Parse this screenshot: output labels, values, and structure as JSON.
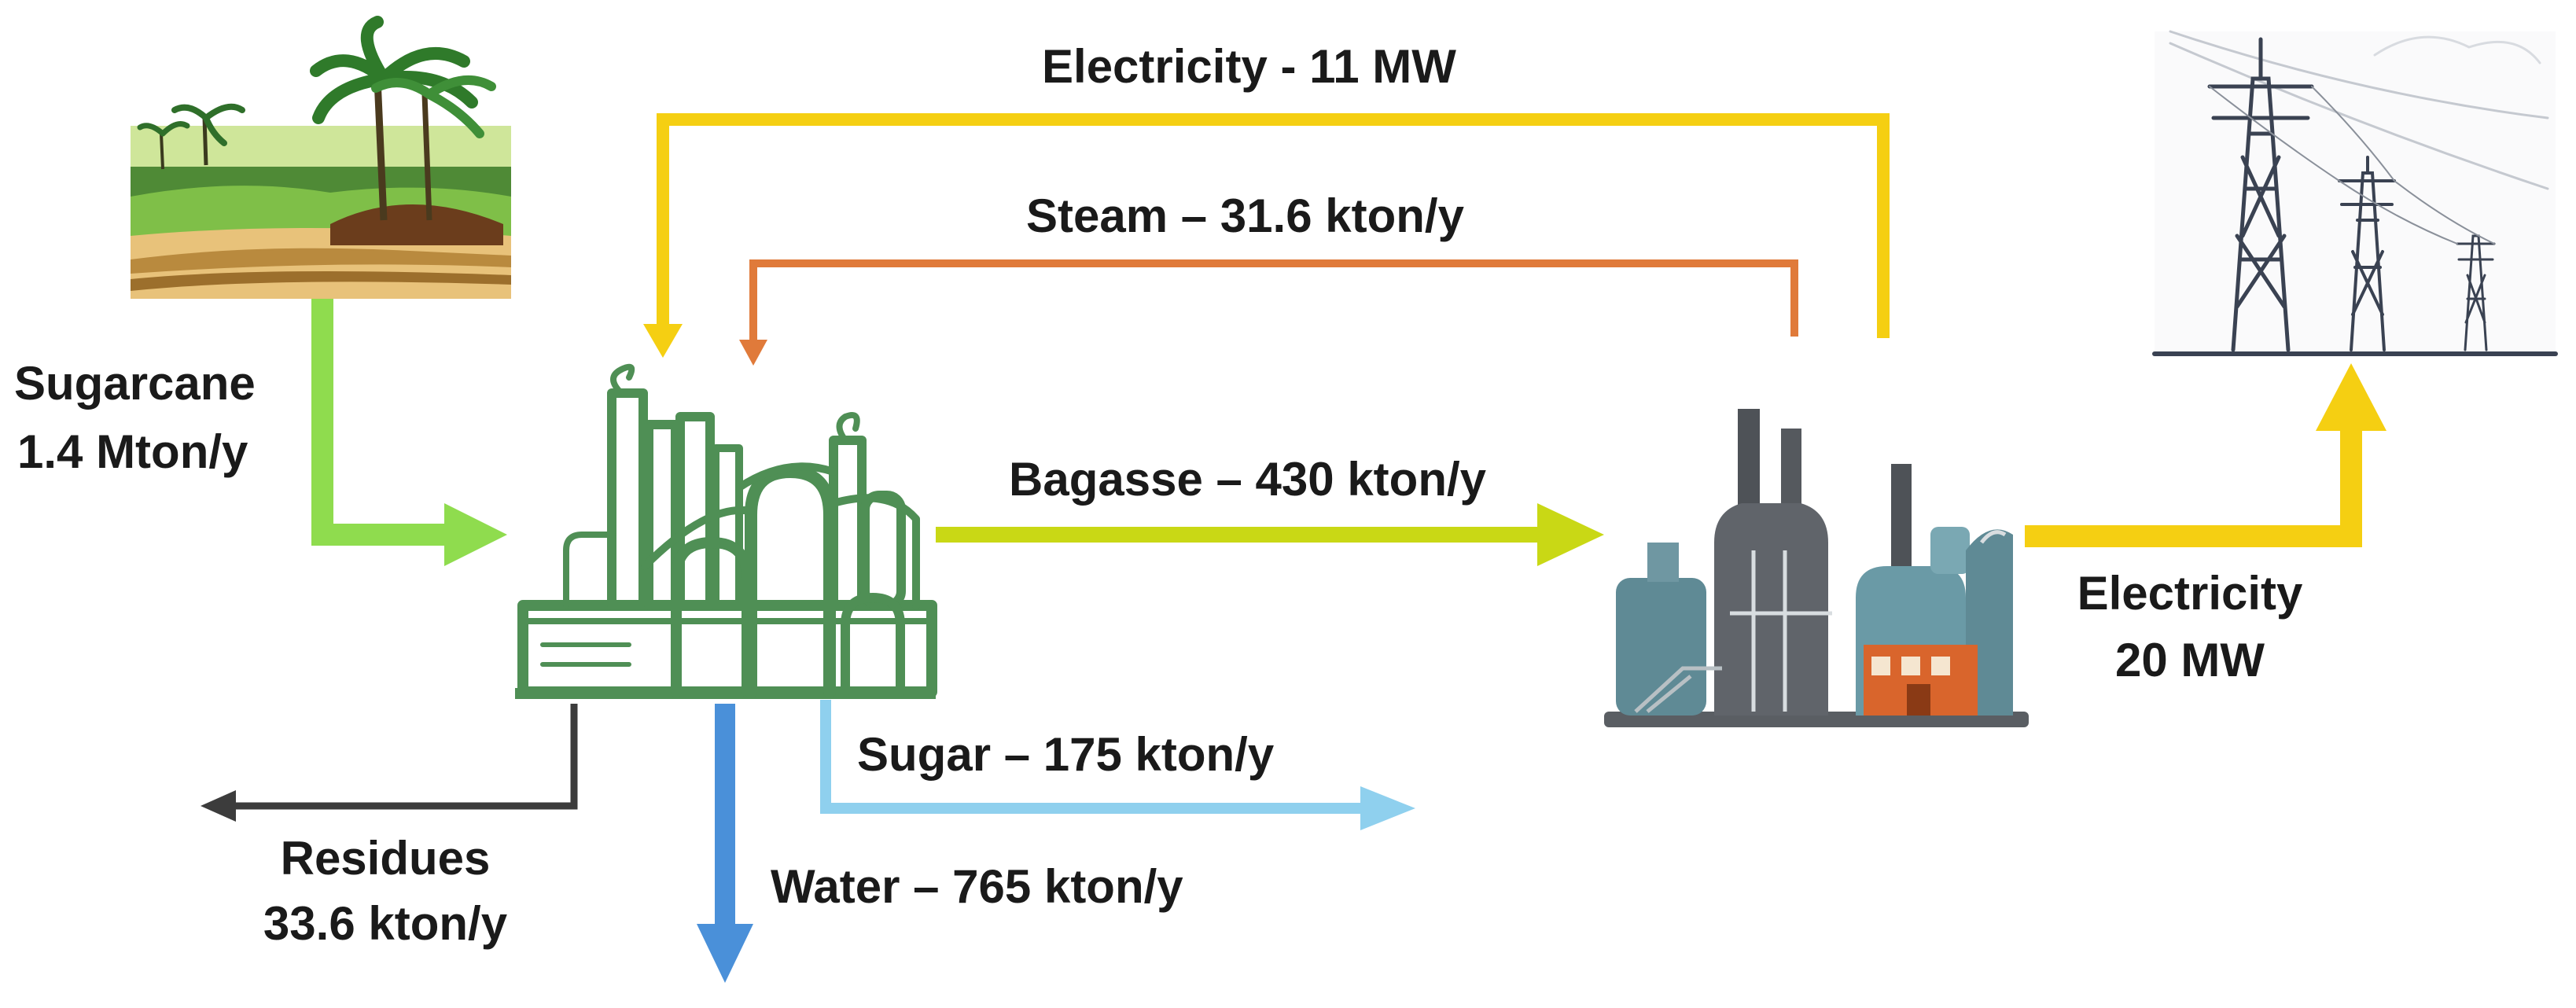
{
  "labels": {
    "sugarcane_name": "Sugarcane",
    "sugarcane_rate": "1.4 Mton/y",
    "electricity_top": "Electricity - 11 MW",
    "steam": "Steam – 31.6 kton/y",
    "bagasse": "Bagasse – 430 kton/y",
    "electricity_out_name": "Electricity",
    "electricity_out_rate": "20 MW",
    "sugar": "Sugar – 175 kton/y",
    "residues_name": "Residues",
    "residues_rate": "33.6 kton/y",
    "water": "Water – 765 kton/y"
  },
  "colors": {
    "sugarcane_flow": "#8fdc4e",
    "electricity_flow": "#f5cf12",
    "steam_flow": "#e07a3a",
    "bagasse_flow": "#c9d815",
    "sugar_flow": "#8fd0ee",
    "water_flow": "#4a90d9",
    "residues_flow": "#3c3c3c",
    "mill_green": "#4f8f55",
    "plant_gray": "#5a5e63",
    "plant_teal": "#5f8a95",
    "plant_orange": "#d9652c"
  },
  "icons": {
    "field": "sugarcane-field-icon",
    "mill": "sugar-mill-icon",
    "power_plant": "power-plant-icon",
    "grid": "transmission-towers-icon"
  }
}
